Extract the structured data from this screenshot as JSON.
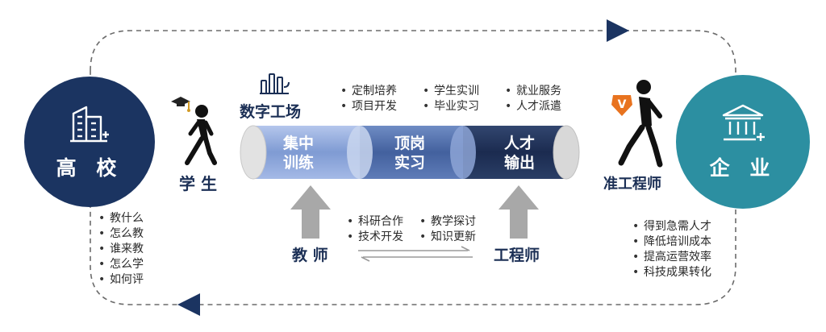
{
  "nodes": {
    "school": {
      "label": "高 校",
      "color": "#1b3461"
    },
    "company": {
      "label": "企 业",
      "color": "#2c8fa1"
    },
    "student": {
      "label": "学 生"
    },
    "quasi_engineer": {
      "label": "准工程师"
    },
    "teacher": {
      "label": "教 师"
    },
    "engineer": {
      "label": "工程师"
    },
    "digital_workshop": {
      "label": "数字工场"
    }
  },
  "pipeline": {
    "segments": [
      {
        "label_line1": "集中",
        "label_line2": "训练",
        "color": "#8fa8d8"
      },
      {
        "label_line1": "顶岗",
        "label_line2": "实习",
        "color": "#4f6fac"
      },
      {
        "label_line1": "人才",
        "label_line2": "输出",
        "color": "#1e2f57"
      }
    ]
  },
  "top_bullets": [
    [
      "定制培养",
      "项目开发"
    ],
    [
      "学生实训",
      "毕业实习"
    ],
    [
      "就业服务",
      "人才派遣"
    ]
  ],
  "school_bullets": [
    "教什么",
    "怎么教",
    "谁来教",
    "怎么学",
    "如何评"
  ],
  "company_bullets": [
    "得到急需人才",
    "降低培训成本",
    "提高运营效率",
    "科技成果转化"
  ],
  "teacher_bullets": [
    "科研合作",
    "技术开发"
  ],
  "engineer_bullets": [
    "教学探讨",
    "知识更新"
  ],
  "colors": {
    "dark_navy": "#1b3461",
    "teal": "#2c8fa1",
    "light_blue": "#8fa8d8",
    "mid_blue": "#4f6fac",
    "gray_arrow": "#a8a8a8"
  }
}
